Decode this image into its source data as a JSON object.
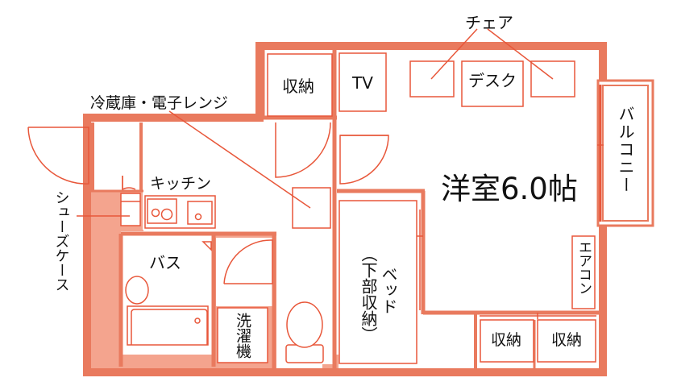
{
  "colors": {
    "wall": "#e97a5e",
    "wall_fill": "#f4a48e",
    "line": "#e8573a",
    "floor": "#ffffff",
    "text": "#111111"
  },
  "labels": {
    "chair": "チェア",
    "storage_top": "収納",
    "tv": "TV",
    "desk": "デスク",
    "fridge": "冷蔵庫・電子レンジ",
    "balcony": "バルコニー",
    "kitchen": "キッチン",
    "western_room": "洋室6.0帖",
    "shoe_case": "シューズケース",
    "bath": "バス",
    "bed": "ベッド",
    "bed_sub": "（下部収納）",
    "aircon": "エアコン",
    "washer": "洗濯機",
    "storage_bottom_1": "収納",
    "storage_bottom_2": "収納"
  }
}
